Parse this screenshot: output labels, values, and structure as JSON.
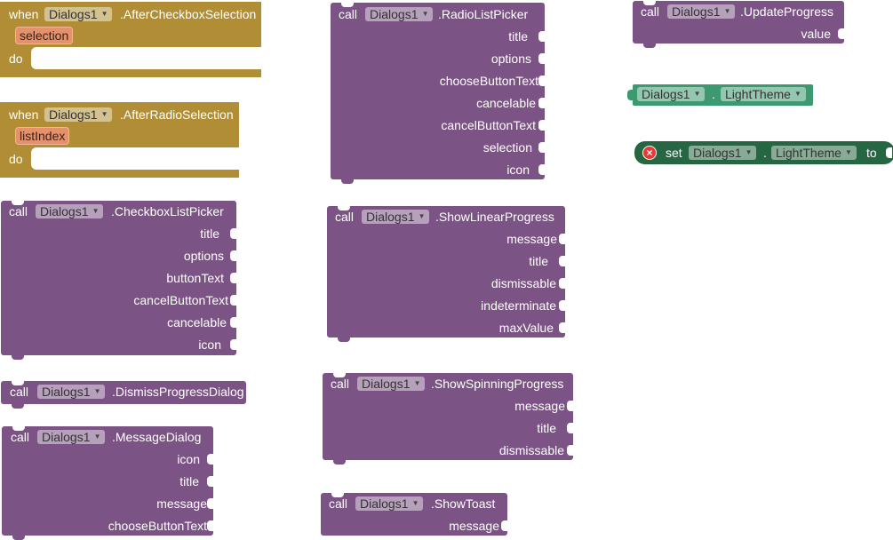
{
  "labels": {
    "when": "when",
    "call": "call",
    "do": "do",
    "set": "set",
    "to": "to",
    "dot": "."
  },
  "component": "Dialogs1",
  "colors": {
    "event": "#b18e35",
    "method": "#7c5385",
    "getter": "#3d9970",
    "setter": "#266643",
    "param": "#e5916b"
  },
  "icons": {
    "dropdown": "dropdown-arrow-icon",
    "error": "error-icon"
  },
  "events": [
    {
      "name": ".AfterCheckboxSelection",
      "param": "selection"
    },
    {
      "name": ".AfterRadioSelection",
      "param": "listIndex"
    }
  ],
  "methods": {
    "checkbox": {
      "name": ".CheckboxListPicker",
      "args": [
        "title",
        "options",
        "buttonText",
        "cancelButtonText",
        "cancelable",
        "icon"
      ]
    },
    "dismiss": {
      "name": ".DismissProgressDialog",
      "args": []
    },
    "message": {
      "name": ".MessageDialog",
      "args": [
        "icon",
        "title",
        "message",
        "chooseButtonText"
      ]
    },
    "radio": {
      "name": ".RadioListPicker",
      "args": [
        "title",
        "options",
        "chooseButtonText",
        "cancelable",
        "cancelButtonText",
        "selection",
        "icon"
      ]
    },
    "linear": {
      "name": ".ShowLinearProgress",
      "args": [
        "message",
        "title",
        "dismissable",
        "indeterminate",
        "maxValue"
      ]
    },
    "spinning": {
      "name": ".ShowSpinningProgress",
      "args": [
        "message",
        "title",
        "dismissable"
      ]
    },
    "toast": {
      "name": ".ShowToast",
      "args": [
        "message"
      ]
    },
    "update": {
      "name": ".UpdateProgress",
      "args": [
        "value"
      ]
    }
  },
  "property": {
    "name": "LightTheme"
  }
}
